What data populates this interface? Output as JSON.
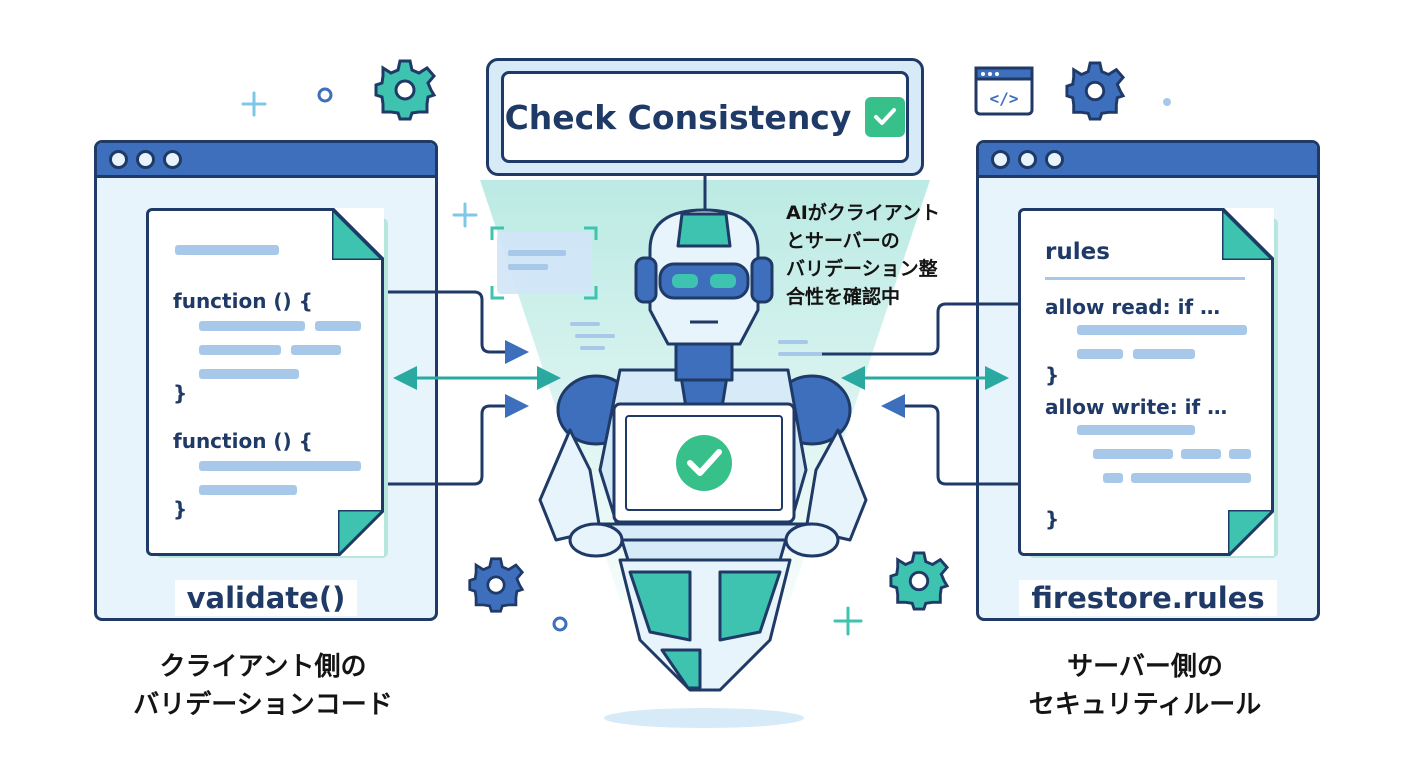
{
  "header": {
    "check_label": "Check Consistency"
  },
  "ai_note": {
    "lines": [
      "AIがクライアント",
      "とサーバーの",
      "バリデーション整",
      "合性を確認中"
    ]
  },
  "left_panel": {
    "file_label": "validate()",
    "code": {
      "func1": "function () {",
      "close1": "}",
      "func2": "function () {",
      "close2": "}"
    },
    "caption_lines": [
      "クライアント側の",
      "バリデーションコード"
    ]
  },
  "right_panel": {
    "file_label": "firestore.rules",
    "code": {
      "title": "rules",
      "read": "allow read: if …",
      "close1": "}",
      "write": "allow write: if …",
      "close2": "}"
    },
    "caption_lines": [
      "サーバー側の",
      "セキュリティルール"
    ]
  },
  "colors": {
    "navy": "#1f3a66",
    "blue": "#3d6fbd",
    "teal": "#3ec3b0",
    "green": "#37c08a",
    "light_blue": "#a7c8e8",
    "pale": "#e8f4fb"
  }
}
